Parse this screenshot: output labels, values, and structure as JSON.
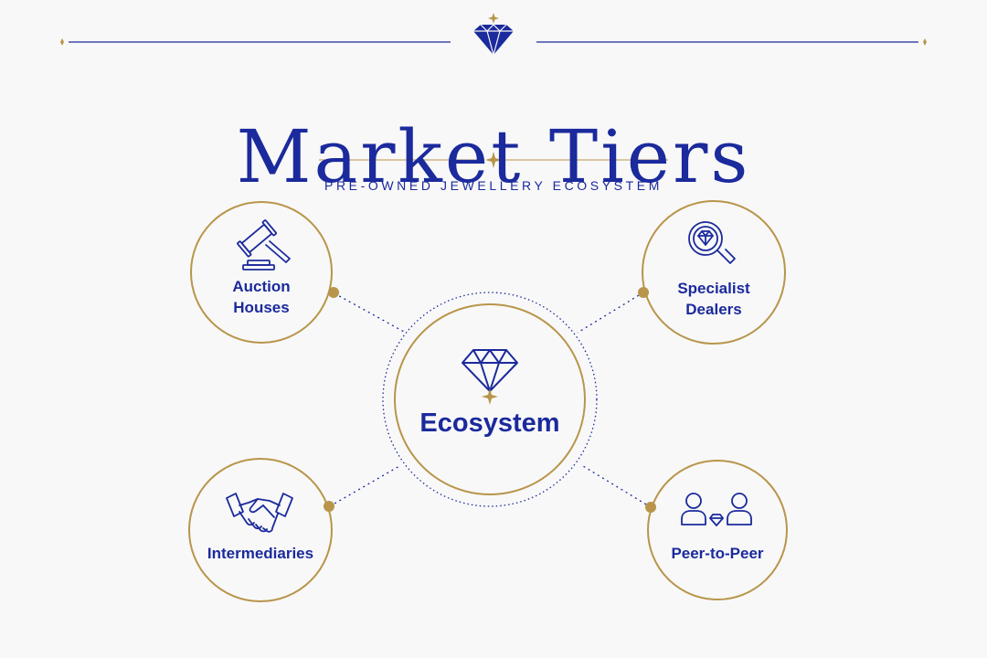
{
  "header": {
    "title": "Market Tiers",
    "subtitle": "PRE-OWNED JEWELLERY ECOSYSTEM"
  },
  "center": {
    "label": "Ecosystem",
    "icon": "diamond-icon"
  },
  "nodes": [
    {
      "label": "Auction\nHouses",
      "icon": "gavel-icon"
    },
    {
      "label": "Specialist\nDealers",
      "icon": "diamond-magnifier-icon"
    },
    {
      "label": "Intermediaries",
      "icon": "handshake-icon"
    },
    {
      "label": "Peer-to-Peer",
      "icon": "two-people-diamond-icon"
    }
  ],
  "colors": {
    "navy": "#1b2a9c",
    "gold": "#b8954a",
    "background": "#f8f8f8"
  }
}
